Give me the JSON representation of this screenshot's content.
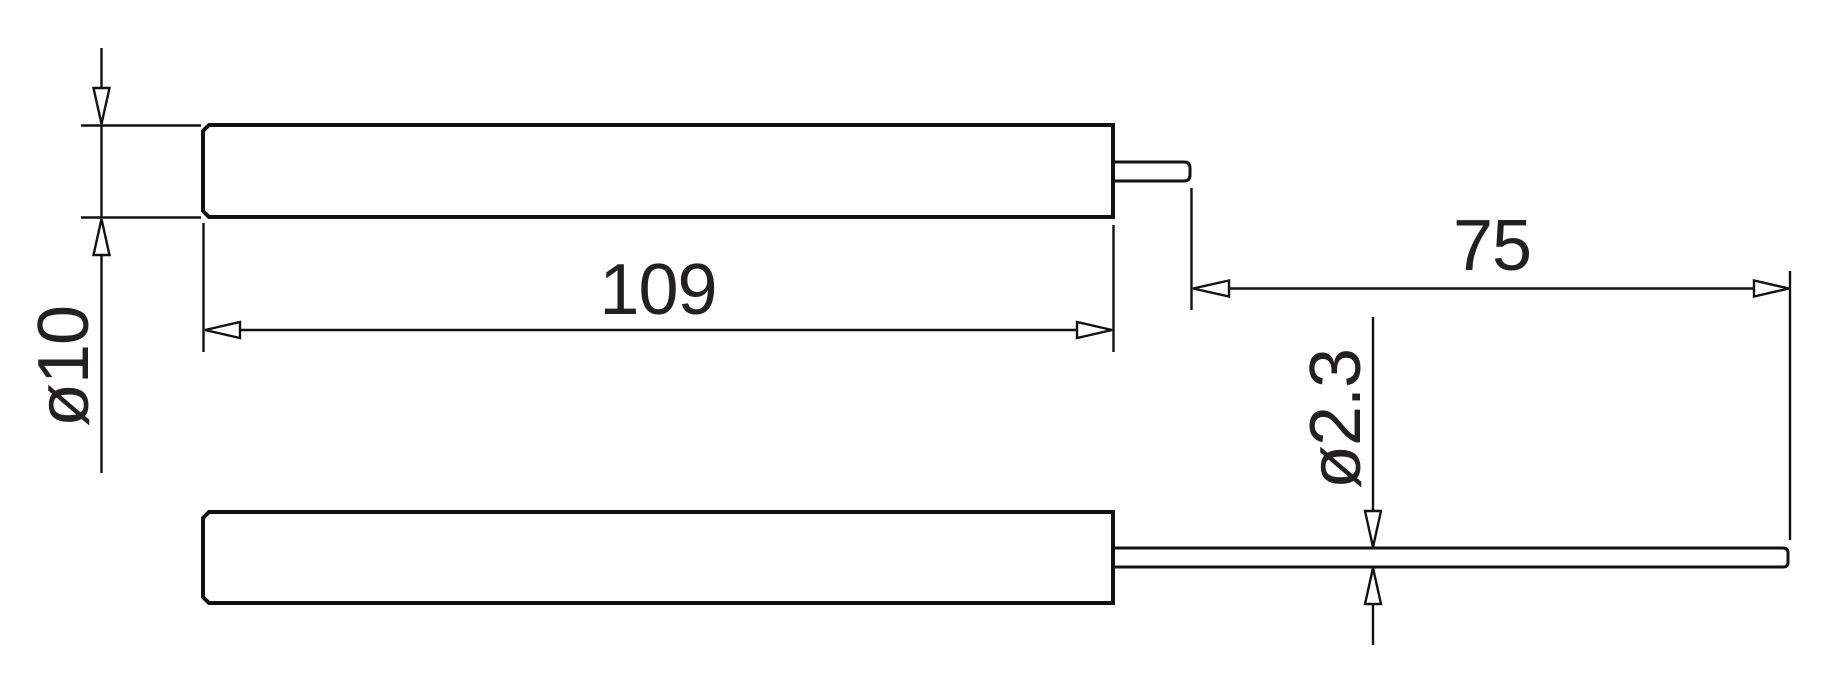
{
  "drawing": {
    "kind": "technical-dimension-drawing",
    "background_color": "#ffffff",
    "line_color": "#111111",
    "text_color": "#232021",
    "dimensions": {
      "body_length": {
        "value": "109"
      },
      "body_diameter": {
        "symbol": "ø",
        "value": "10"
      },
      "rod_length": {
        "value": "75"
      },
      "rod_diameter": {
        "symbol": "ø",
        "value": "2.3"
      }
    }
  }
}
